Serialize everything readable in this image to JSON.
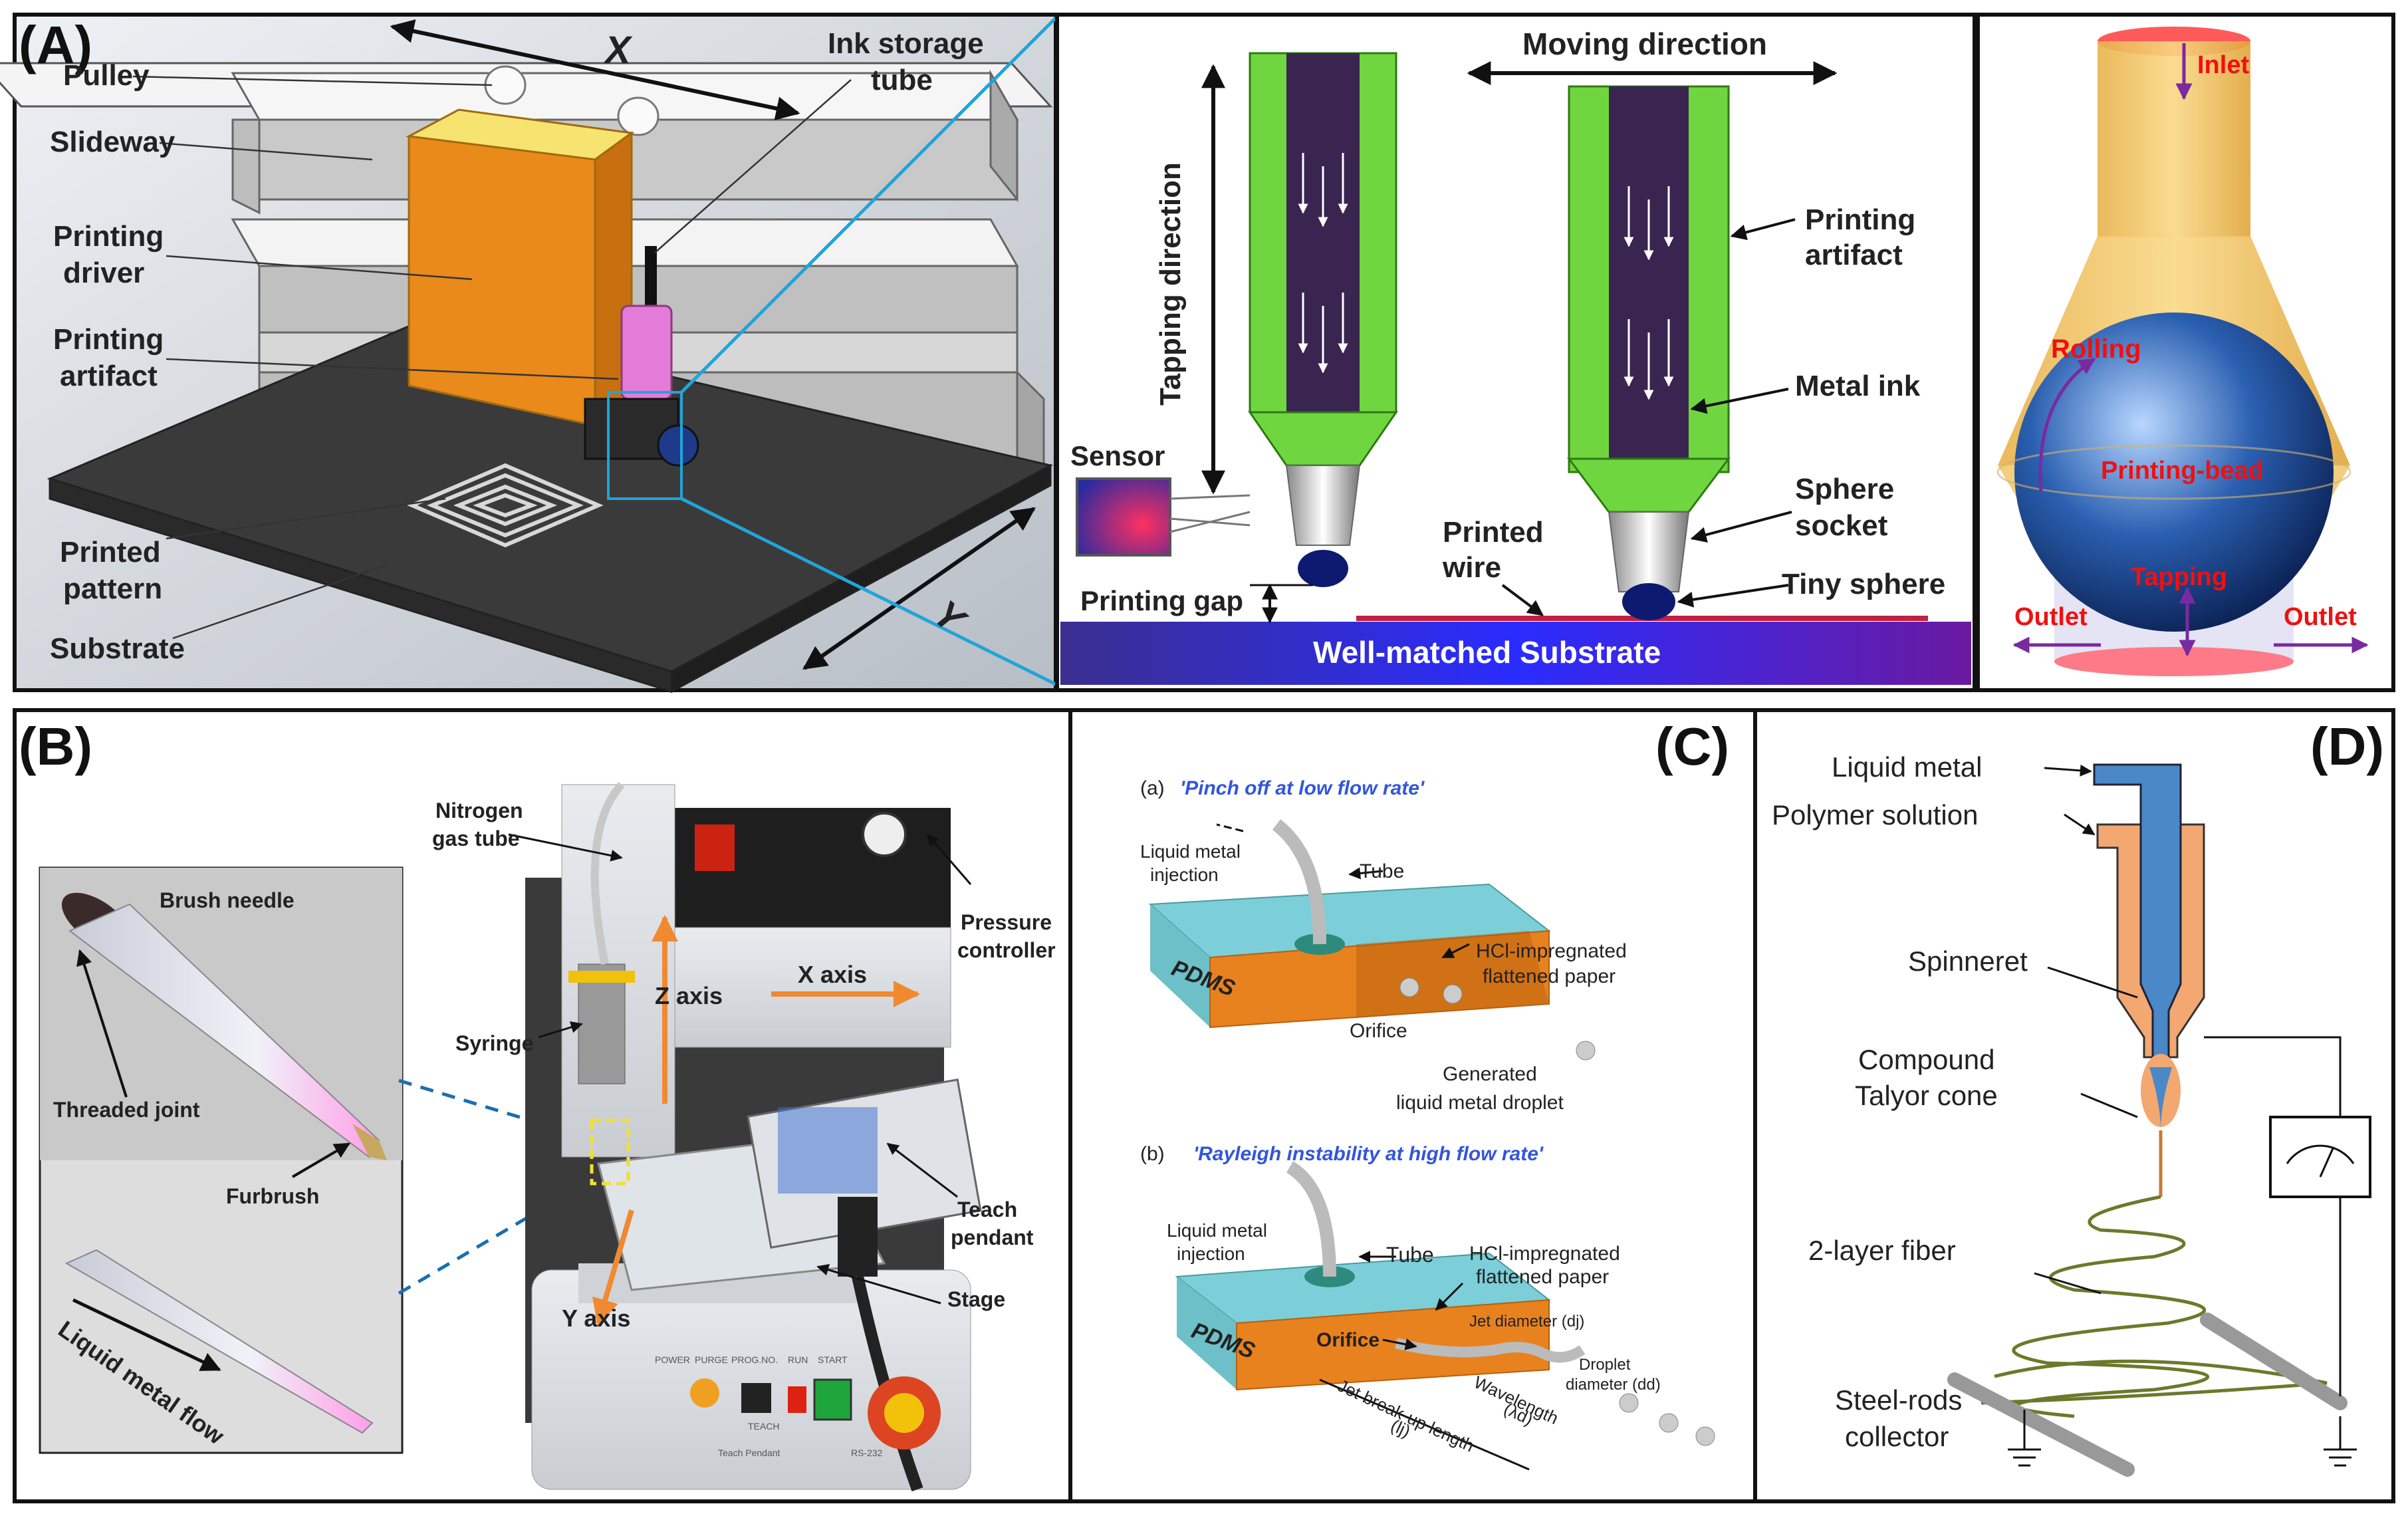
{
  "panels": {
    "A": "(A)",
    "B": "(B)",
    "C": "(C)",
    "D": "(D)"
  },
  "panel_a": {
    "axis_x": "X",
    "axis_y": "Y",
    "pulley": "Pulley",
    "slideway": "Slideway",
    "printing_driver_1": "Printing",
    "printing_driver_2": "driver",
    "printing_artifact_1": "Printing",
    "printing_artifact_2": "artifact",
    "printed_pattern_1": "Printed",
    "printed_pattern_2": "pattern",
    "substrate": "Substrate",
    "ink_tube_1": "Ink storage",
    "ink_tube_2": "tube"
  },
  "panel_a_mid": {
    "moving_direction": "Moving direction",
    "tapping_direction": "Tapping direction",
    "printing_artifact_1": "Printing",
    "printing_artifact_2": "artifact",
    "metal_ink": "Metal ink",
    "sphere_socket_1": "Sphere",
    "sphere_socket_2": "socket",
    "tiny_sphere": "Tiny sphere",
    "printed_wire_1": "Printed",
    "printed_wire_2": "wire",
    "sensor": "Sensor",
    "printing_gap": "Printing gap",
    "substrate_band": "Well-matched Substrate"
  },
  "panel_a_right": {
    "inlet": "Inlet",
    "rolling": "Rolling",
    "printing_bead": "Printing-bead",
    "tapping": "Tapping",
    "outlet_left": "Outlet",
    "outlet_right": "Outlet"
  },
  "panel_b": {
    "brush_needle": "Brush needle",
    "threaded_joint": "Threaded joint",
    "furbrush": "Furbrush",
    "liquid_metal_flow": "Liquid metal flow",
    "nitrogen_1": "Nitrogen",
    "nitrogen_2": "gas tube",
    "pressure_1": "Pressure",
    "pressure_2": "controller",
    "z_axis": "Z axis",
    "x_axis": "X axis",
    "y_axis": "Y axis",
    "syringe": "Syringe",
    "teach_1": "Teach",
    "teach_2": "pendant",
    "stage": "Stage",
    "panel_buttons": [
      "POWER",
      "PURGE",
      "PROG.NO.",
      "RUN",
      "START"
    ],
    "teach_small": "TEACH",
    "teach_pendant_small": "Teach Pendant",
    "rs": "RS-232"
  },
  "panel_c": {
    "a_tag": "(a)",
    "a_title": "'Pinch off at low flow rate'",
    "b_tag": "(b)",
    "b_title": "'Rayleigh instability at high flow rate'",
    "injection_1": "Liquid metal",
    "injection_2": "injection",
    "tube": "Tube",
    "pdms": "PDMS",
    "hcl_1": "HCl-impregnated",
    "hcl_2": "flattened paper",
    "orifice": "Orifice",
    "generated_1": "Generated",
    "generated_2": "liquid metal droplet",
    "jet_diameter": "Jet diameter (dj)",
    "droplet_1": "Droplet",
    "droplet_2": "diameter (dd)",
    "wavelength_1": "Wavelength",
    "wavelength_2": "(λd)",
    "breakup_1": "Jet break-up length",
    "breakup_2": "(lj)"
  },
  "panel_d": {
    "liquid_metal": "Liquid metal",
    "polymer": "Polymer solution",
    "spinneret": "Spinneret",
    "compound_1": "Compound",
    "compound_2": "Talyor cone",
    "fiber": "2-layer  fiber",
    "collector_1": "Steel-rods",
    "collector_2": "collector"
  }
}
